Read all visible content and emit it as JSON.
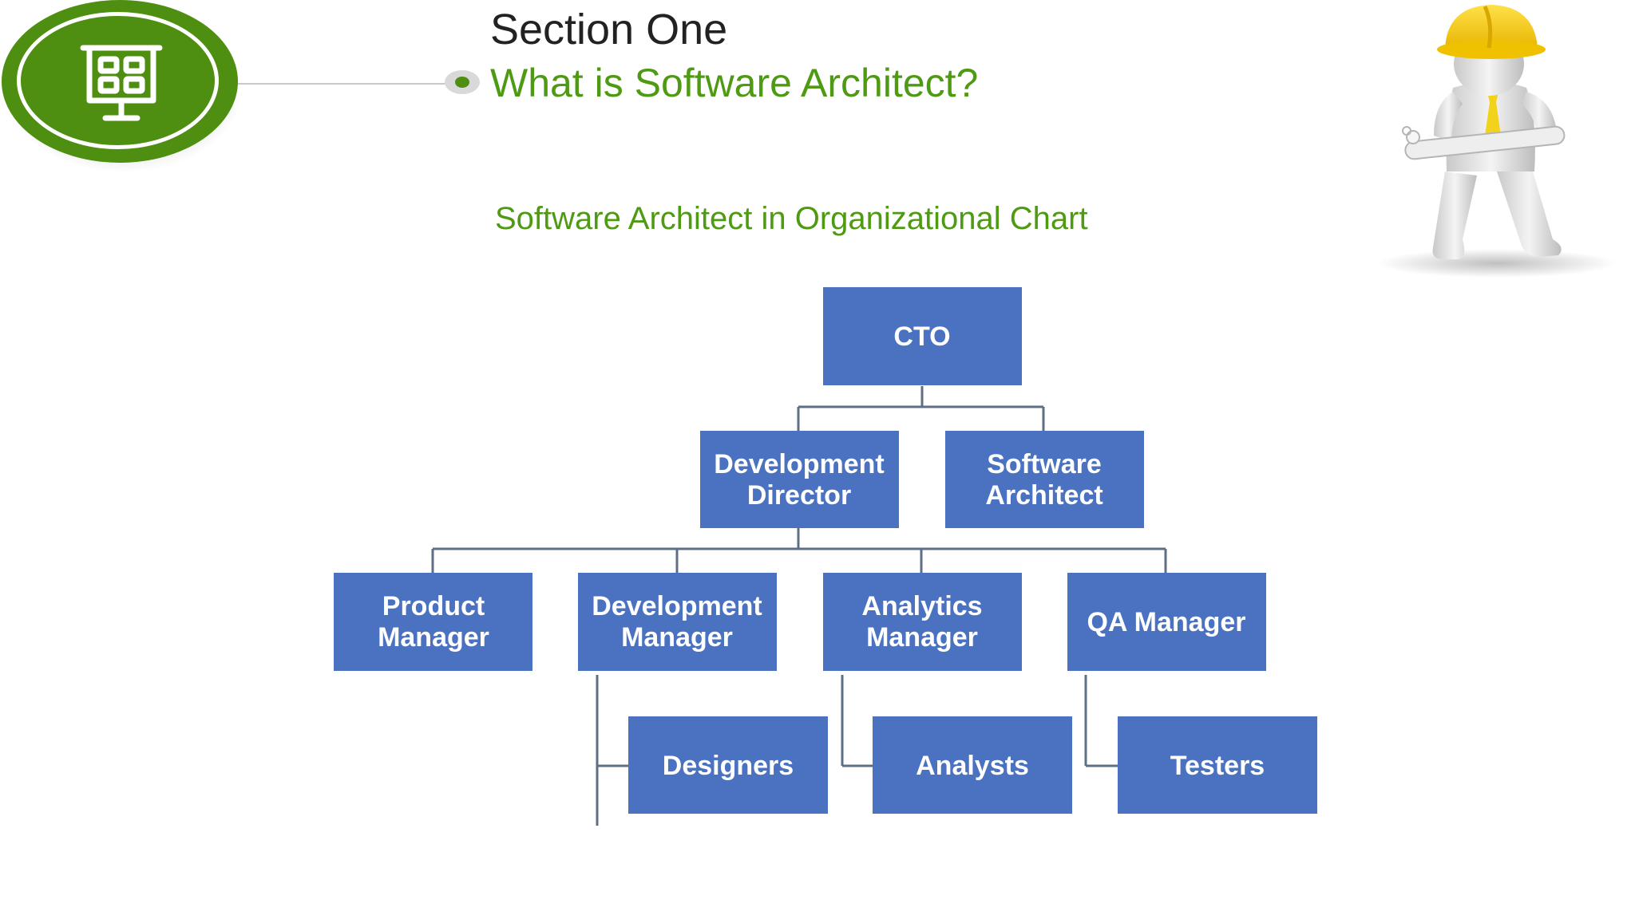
{
  "header": {
    "section_title": "Section One",
    "section_subtitle": "What is Software Architect?"
  },
  "badge": {
    "icon": "presentation-board-icon",
    "color": "#4e8e10"
  },
  "caption": "Software Architect in Organizational Chart",
  "illustration": {
    "name": "construction-worker-with-blueprint"
  },
  "org_chart": {
    "box_color": "#4a72c0",
    "nodes": {
      "cto": [
        "CTO"
      ],
      "development_director": [
        "Development",
        "Director"
      ],
      "software_architect": [
        "Software",
        "Architect"
      ],
      "product_manager": [
        "Product",
        "Manager"
      ],
      "development_manager": [
        "Development",
        "Manager"
      ],
      "analytics_manager": [
        "Analytics",
        "Manager"
      ],
      "qa_manager": [
        "QA Manager"
      ],
      "designers": [
        "Designers"
      ],
      "analysts": [
        "Analysts"
      ],
      "testers": [
        "Testers"
      ]
    }
  }
}
